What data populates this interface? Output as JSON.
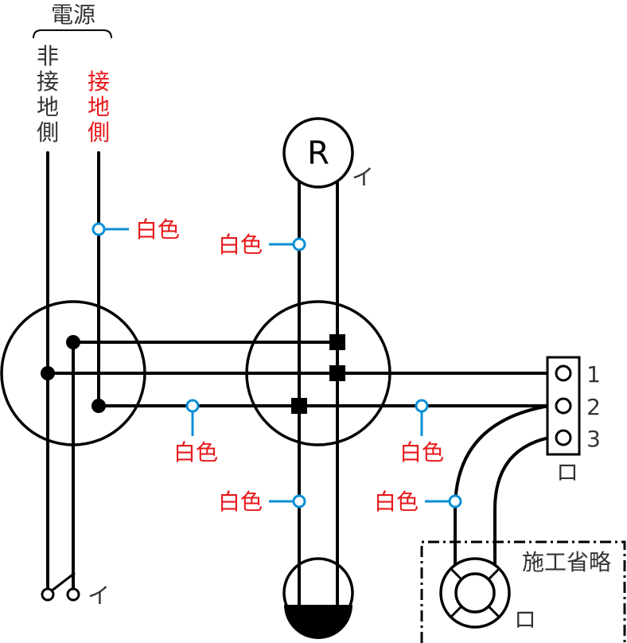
{
  "power_source": {
    "title": "電源",
    "non_grounded": [
      "非",
      "接",
      "地",
      "側"
    ],
    "grounded": [
      "接",
      "地",
      "側"
    ]
  },
  "wire_color_label": "白色",
  "receptacle_letter": "R",
  "switch_symbol": "イ",
  "light_symbol": "イ",
  "terminal_block": {
    "terminals": [
      "1",
      "2",
      "3"
    ],
    "symbol": "ロ"
  },
  "omitted_area": {
    "label": "施工省略",
    "symbol": "ロ"
  },
  "colors": {
    "accent_red": "#e8191c",
    "marker_blue": "#0a8fd6",
    "line": "#000000",
    "text": "#333333"
  }
}
